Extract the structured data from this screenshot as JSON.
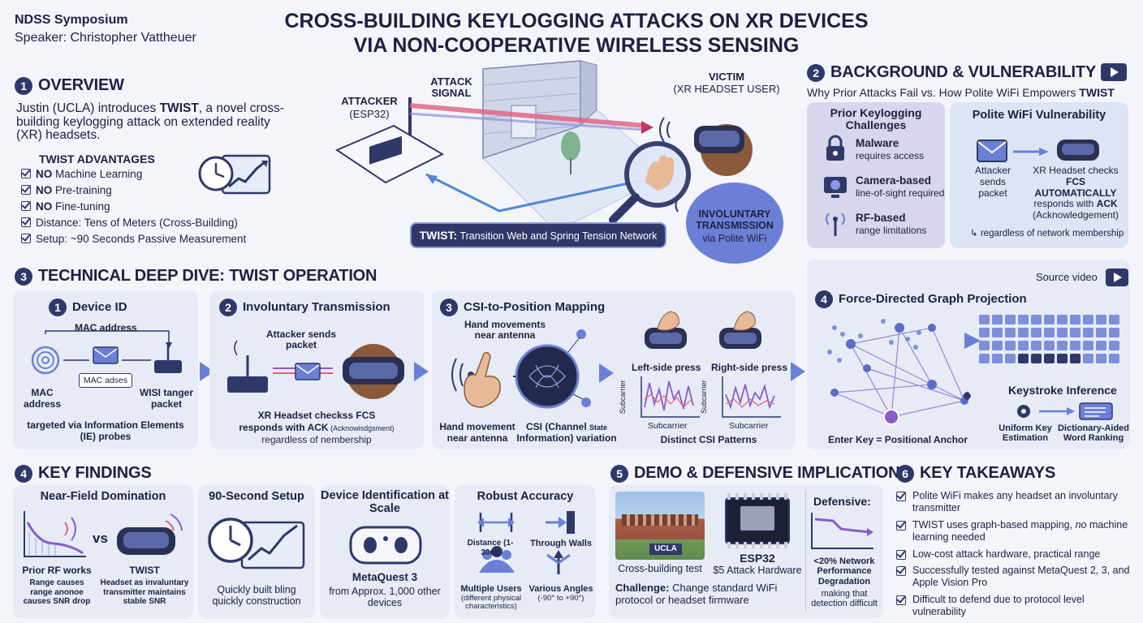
{
  "header": {
    "venue": "NDSS Symposium",
    "speaker": "Speaker: Christopher Vattheuer",
    "title_line1": "CROSS-BUILDING KEYLOGGING ATTACKS ON XR DEVICES",
    "title_line2": "VIA NON-COOPERATIVE WIRELESS SENSING"
  },
  "overview": {
    "num": "1",
    "heading": "OVERVIEW",
    "intro_pre": "Justin (UCLA) introduces ",
    "intro_bold": "TWIST",
    "intro_post": ", a novel cross-building keylogging attack on extended reality (XR) headsets.",
    "adv_heading": "TWIST ADVANTAGES",
    "advantages": [
      {
        "bold": "NO",
        "text": " Machine Learning"
      },
      {
        "bold": "NO",
        "text": " Pre-training"
      },
      {
        "bold": "NO",
        "text": " Fine-tuning"
      },
      {
        "bold": "",
        "text": "Distance: Tens of Meters (Cross-Building)"
      },
      {
        "bold": "",
        "text": "Setup: ~90 Seconds Passive Measurement"
      }
    ]
  },
  "scene": {
    "attacker_label": "ATTACKER",
    "attacker_sub": "(ESP32)",
    "signal_label": "ATTACK SIGNAL",
    "victim_label": "VICTIM",
    "victim_sub": "(XR HEADSET USER)",
    "involuntary_label": "INVOLUNTARY TRANSMISSION",
    "involuntary_sub": "via Polite WiFi",
    "twist_banner_bold": "TWIST:",
    "twist_banner_text": " Transition Web and Spring Tension Network"
  },
  "background": {
    "num": "2",
    "heading": "BACKGROUND & VULNERABILITY",
    "subtitle_pre": "Why Prior Attacks Fail vs. How Polite WiFi Empowers ",
    "subtitle_bold": "TWIST",
    "prior_heading": "Prior Keylogging Challenges",
    "prior_items": [
      {
        "icon": "lock-icon",
        "title": "Malware",
        "desc": "requires access"
      },
      {
        "icon": "camera-icon",
        "title": "Camera-based",
        "desc": "line-of-sight required"
      },
      {
        "icon": "antenna-icon",
        "title": "RF-based",
        "desc": "range limitations"
      }
    ],
    "polite_heading": "Polite WiFi Vulnerability",
    "polite_attacker": "Attacker sends packet",
    "polite_headset_pre": "XR Headset checks ",
    "polite_headset_fcs": "FCS",
    "polite_headset_auto": "AUTOMATICALLY",
    "polite_headset_mid": "responds with ",
    "polite_headset_ack": "ACK",
    "polite_headset_post": "(Acknowledgement)",
    "polite_note": "regardless of network membership"
  },
  "deep_dive": {
    "num": "3",
    "heading": "TECHNICAL DEEP DIVE: TWIST OPERATION",
    "device_id": {
      "num": "1",
      "title": "Device ID",
      "mac_top": "MAC address",
      "mac_left": "MAC address",
      "mac_box": "MAC adses",
      "wisi": "WISI tanger packet",
      "note": "targeted via Information Elements (IE) probes"
    },
    "involuntary": {
      "num": "2",
      "title": "Involuntary Transmission",
      "attacker": "Attacker sends packet",
      "headset_bold": "XR Headset checkss FCS",
      "headset_ack": "responds with ACK",
      "headset_ack_small": " (Acknowisdgsment)",
      "headset_note": "regardless of nembership"
    },
    "csi": {
      "num": "3",
      "title": "CSI-to-Position Mapping",
      "hand_top": "Hand movements near antenna",
      "hand_bottom": "Hand movement near antenna",
      "csi_bold": "CSI (Channel ",
      "csi_small": "State",
      "csi_rest": " Information) variation",
      "left_press": "Left-side press",
      "right_press": "Right-side press",
      "axis_y": "Subcarrier",
      "axis_x": "Subcarrier",
      "patterns": "Distinct CSI Patterns"
    },
    "graph": {
      "num": "4",
      "title": "Force-Directed Graph Projection",
      "source_video": "Source video",
      "anchor": "Enter Key = Positional Anchor",
      "keystroke": "Keystroke Inference",
      "uniform": "Uniform Key Estimation",
      "dictionary": "Dictionary-Aided Word Ranking"
    }
  },
  "findings": {
    "num": "4",
    "heading": "KEY FINDINGS",
    "near_field": {
      "title": "Near-Field Domination",
      "vs": "vs",
      "prior": "Prior RF works",
      "prior_desc": "Range causes range anonoe causes SNR drop",
      "twist": "TWIST",
      "twist_desc": "Headset as invaluntary transmitter maintains stable SNR"
    },
    "setup": {
      "title": "90-Second Setup",
      "desc": "Quickly built bling quickly construction"
    },
    "device_scale": {
      "title": "Device Identification at Scale",
      "device": "MetaQuest 3",
      "desc": "from Approx. 1,000 other devices"
    },
    "accuracy": {
      "title": "Robust Accuracy",
      "distance": "Distance (1-30m)",
      "walls": "Through Walls",
      "users": "Multiple Users",
      "users_sub": "(different physical characteristics)",
      "angles": "Various Angles",
      "angles_sub": "(-90° to +90°)"
    }
  },
  "demo": {
    "num": "5",
    "heading": "DEMO & DEFENSIVE IMPLICATIONS",
    "photo_tag": "UCLA",
    "photo_caption": "Cross-building test",
    "esp_title": "ESP32",
    "esp_desc": "$5 Attack Hardware",
    "challenge_bold": "Challenge:",
    "challenge_text": " Change standard WiFi protocol or headset firmware",
    "defensive_title": "Defensive:",
    "defensive_bold": "<20% Network Performance Degradation",
    "defensive_text": "making that detection difficult"
  },
  "takeaways": {
    "num": "6",
    "heading": "KEY TAKEAWAYS",
    "items": [
      {
        "pre": "Polite WiFi makes any headset an involuntary transmitter",
        "em": "",
        "post": ""
      },
      {
        "pre": "TWIST uses graph-based mapping, ",
        "em": "no",
        "post": " machine learning needed"
      },
      {
        "pre": "Low-cost attack hardware, practical range",
        "em": "",
        "post": ""
      },
      {
        "pre": "Successfully tested against MetaQuest 2, 3, and Apple Vision Pro",
        "em": "",
        "post": ""
      },
      {
        "pre": "Difficult to defend due to protocol level vulnerability",
        "em": "",
        "post": ""
      }
    ]
  },
  "colors": {
    "navy": "#2f3868",
    "accent": "#6b7fd8",
    "purple": "#8a5cc9",
    "panel": "#e6ebf6"
  }
}
